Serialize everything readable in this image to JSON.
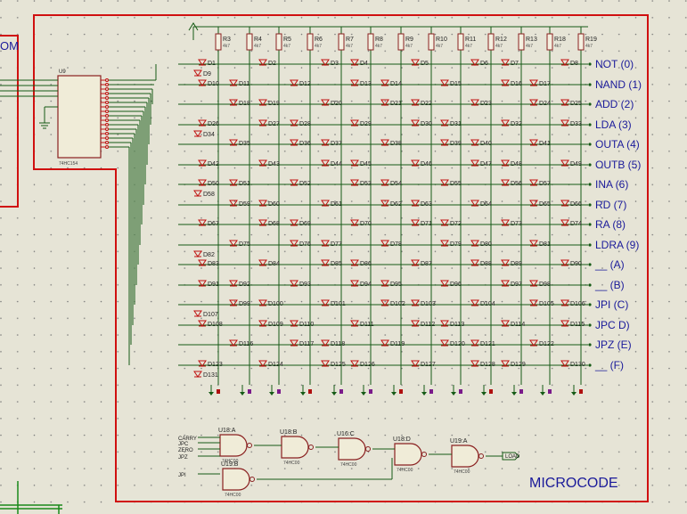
{
  "title": "MICROCODE",
  "rom_label_fragment": "OM",
  "decoder": {
    "ref": "U9",
    "part": "74HC154"
  },
  "resistors": [
    "R3",
    "R4",
    "R5",
    "R6",
    "R7",
    "R8",
    "R9",
    "R10",
    "R11",
    "R12",
    "R13",
    "R18",
    "R19"
  ],
  "resistor_value": "4k7",
  "instructions": [
    {
      "name": "NOT",
      "code": "(0)"
    },
    {
      "name": "NAND",
      "code": "(1)"
    },
    {
      "name": "ADD",
      "code": "(2)"
    },
    {
      "name": "LDA",
      "code": "(3)"
    },
    {
      "name": "OUTA",
      "code": "(4)"
    },
    {
      "name": "OUTB",
      "code": "(5)"
    },
    {
      "name": "INA",
      "code": "(6)"
    },
    {
      "name": "RD",
      "code": "(7)"
    },
    {
      "name": "RA",
      "code": "(8)"
    },
    {
      "name": "LDRA",
      "code": "(9)"
    },
    {
      "name": "__",
      "code": "(A)"
    },
    {
      "name": "__",
      "code": "(B)"
    },
    {
      "name": "JPI",
      "code": "(C)"
    },
    {
      "name": "JPC",
      "code": "D)"
    },
    {
      "name": "JPZ",
      "code": "(E)"
    },
    {
      "name": "__",
      "code": "(F)"
    }
  ],
  "gates": [
    {
      "ref": "U18:A",
      "part": "74HC00"
    },
    {
      "ref": "U18:B",
      "part": "74HC00"
    },
    {
      "ref": "U16:C",
      "part": "74HC00"
    },
    {
      "ref": "U18:D",
      "part": "74HC00"
    },
    {
      "ref": "U19:A",
      "part": "74HC00"
    },
    {
      "ref": "U19:B",
      "part": "74HC00"
    }
  ],
  "gate_inputs": [
    "CARRY",
    "JPC",
    "ZERO",
    "JPZ",
    "JPI"
  ],
  "load_output": "LOAD"
}
